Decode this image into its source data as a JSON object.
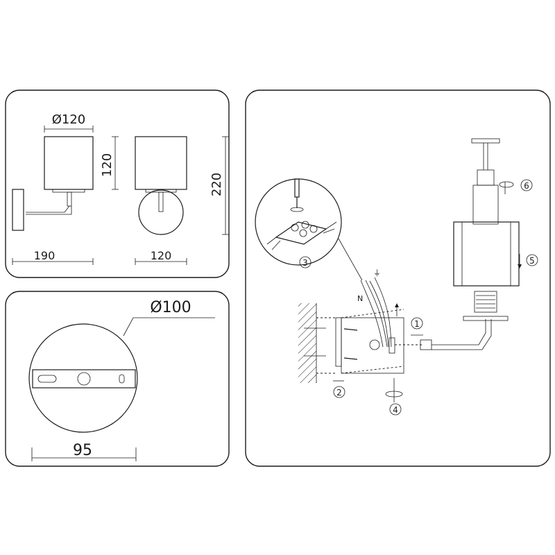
{
  "dimensions": {
    "shade_diameter": "Ø120",
    "shade_height": "120",
    "total_height": "220",
    "projection": "190",
    "front_width": "120",
    "base_diameter": "Ø100",
    "hole_spacing": "95"
  },
  "assembly": {
    "step_1": "1",
    "step_2": "2",
    "step_3": "3",
    "step_4": "4",
    "step_5": "5",
    "step_6": "6",
    "neutral_label": "N",
    "earth_symbol": "⏚"
  }
}
